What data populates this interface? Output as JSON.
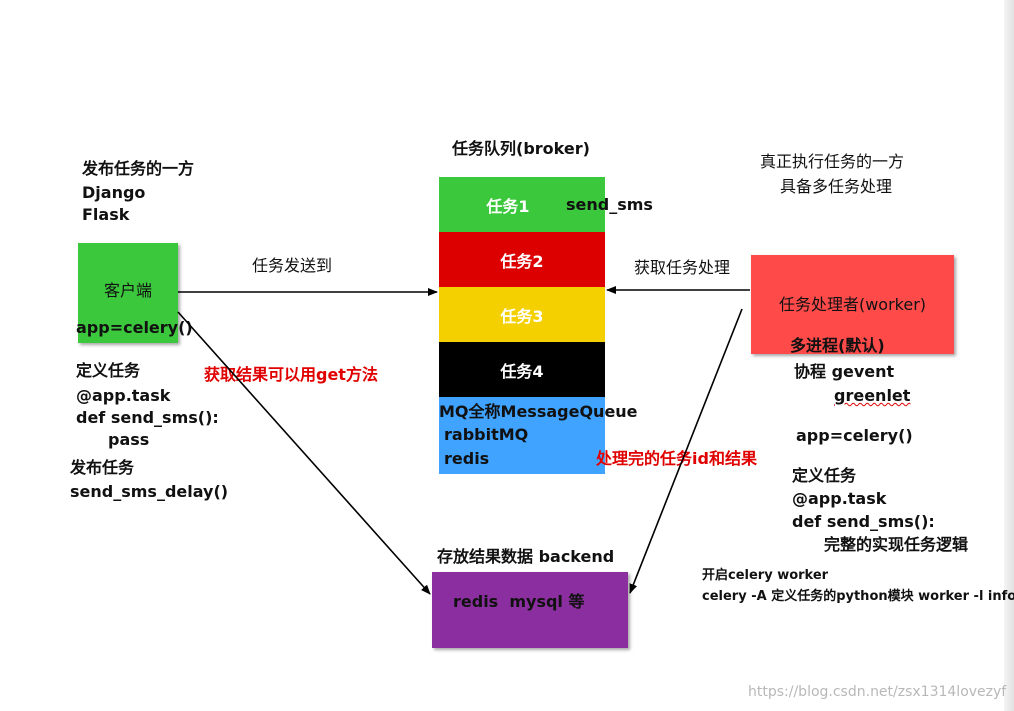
{
  "client": {
    "title_lines": [
      "发布任务的一方",
      "Django",
      "Flask"
    ],
    "box_label": "客户端",
    "app_line": "app=celery()",
    "define_lines": [
      "定义任务",
      "@app.task",
      "def send_sms():",
      "pass"
    ],
    "publish_lines": [
      "发布任务",
      "send_sms_delay()"
    ],
    "color": "#3cc83c"
  },
  "broker": {
    "title": "任务队列(broker)",
    "tasks": [
      {
        "label": "任务1",
        "color": "#3cc83c"
      },
      {
        "label": "任务2",
        "color": "#dc0000"
      },
      {
        "label": "任务3",
        "color": "#f5d000"
      },
      {
        "label": "任务4",
        "color": "#000000"
      }
    ],
    "task1_side": "send_sms",
    "info_lines": [
      "MQ全称MessageQueue",
      "rabbitMQ",
      "redis"
    ],
    "info_color": "#3fa3ff"
  },
  "arrows": {
    "send_to": "任务发送到",
    "fetch": "获取任务处理",
    "get_result": "获取结果可以用get方法",
    "processed": "处理完的任务id和结果"
  },
  "worker": {
    "title_lines": [
      "真正执行任务的一方",
      "具备多任务处理"
    ],
    "box_label": "任务处理者(worker)",
    "mp_line": "多进程(默认)",
    "coroutine_line": "协程 gevent",
    "greenlet": "greenlet",
    "app_line": "app=celery()",
    "define_lines": [
      "定义任务",
      "@app.task",
      "def send_sms():",
      "完整的实现任务逻辑"
    ],
    "start_lines": [
      "开启celery worker",
      "celery -A 定义任务的python模块 worker -l info"
    ],
    "color": "#ff4a4a"
  },
  "backend": {
    "title": "存放结果数据 backend",
    "label": "redis  mysql 等",
    "color": "#8b2fa0"
  },
  "watermark": "https://blog.csdn.net/zsx1314lovezyf"
}
